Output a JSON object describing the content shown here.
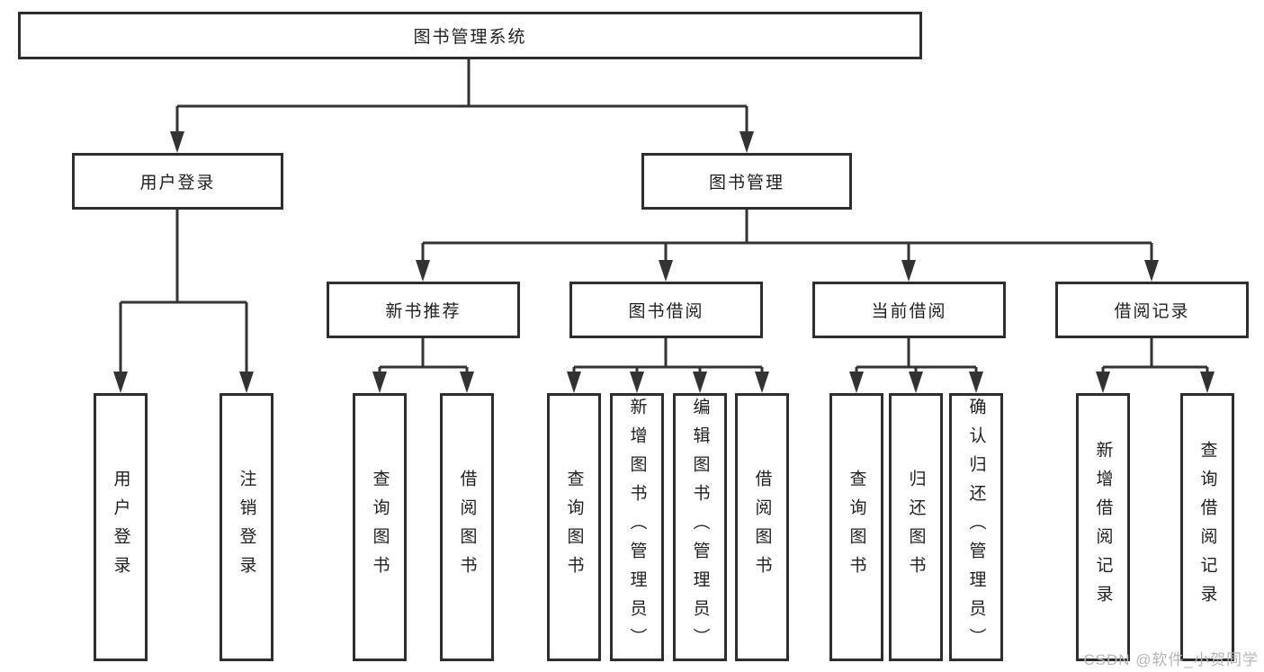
{
  "watermark": "CSDN @软件_小贺同学",
  "colors": {
    "line": "#333333",
    "box_border": "#2e2e2e",
    "box_background": "#ffffff",
    "text": "#1f1f1f",
    "watermark": "#b8b4b7"
  },
  "tree": {
    "root": {
      "label": "图书管理系统"
    },
    "branches": [
      {
        "label": "用户登录",
        "children": [
          {
            "label": "用户登录"
          },
          {
            "label": "注销登录"
          }
        ]
      },
      {
        "label": "图书管理",
        "children": [
          {
            "label": "新书推荐",
            "children": [
              {
                "label": "查询图书"
              },
              {
                "label": "借阅图书"
              }
            ]
          },
          {
            "label": "图书借阅",
            "children": [
              {
                "label": "查询图书"
              },
              {
                "label": "新增图书（管理员）"
              },
              {
                "label": "编辑图书（管理员）"
              },
              {
                "label": "借阅图书"
              }
            ]
          },
          {
            "label": "当前借阅",
            "children": [
              {
                "label": "查询图书"
              },
              {
                "label": "归还图书"
              },
              {
                "label": "确认归还（管理员）"
              }
            ]
          },
          {
            "label": "借阅记录",
            "children": [
              {
                "label": "新增借阅记录"
              },
              {
                "label": "查询借阅记录"
              }
            ]
          }
        ]
      }
    ]
  }
}
